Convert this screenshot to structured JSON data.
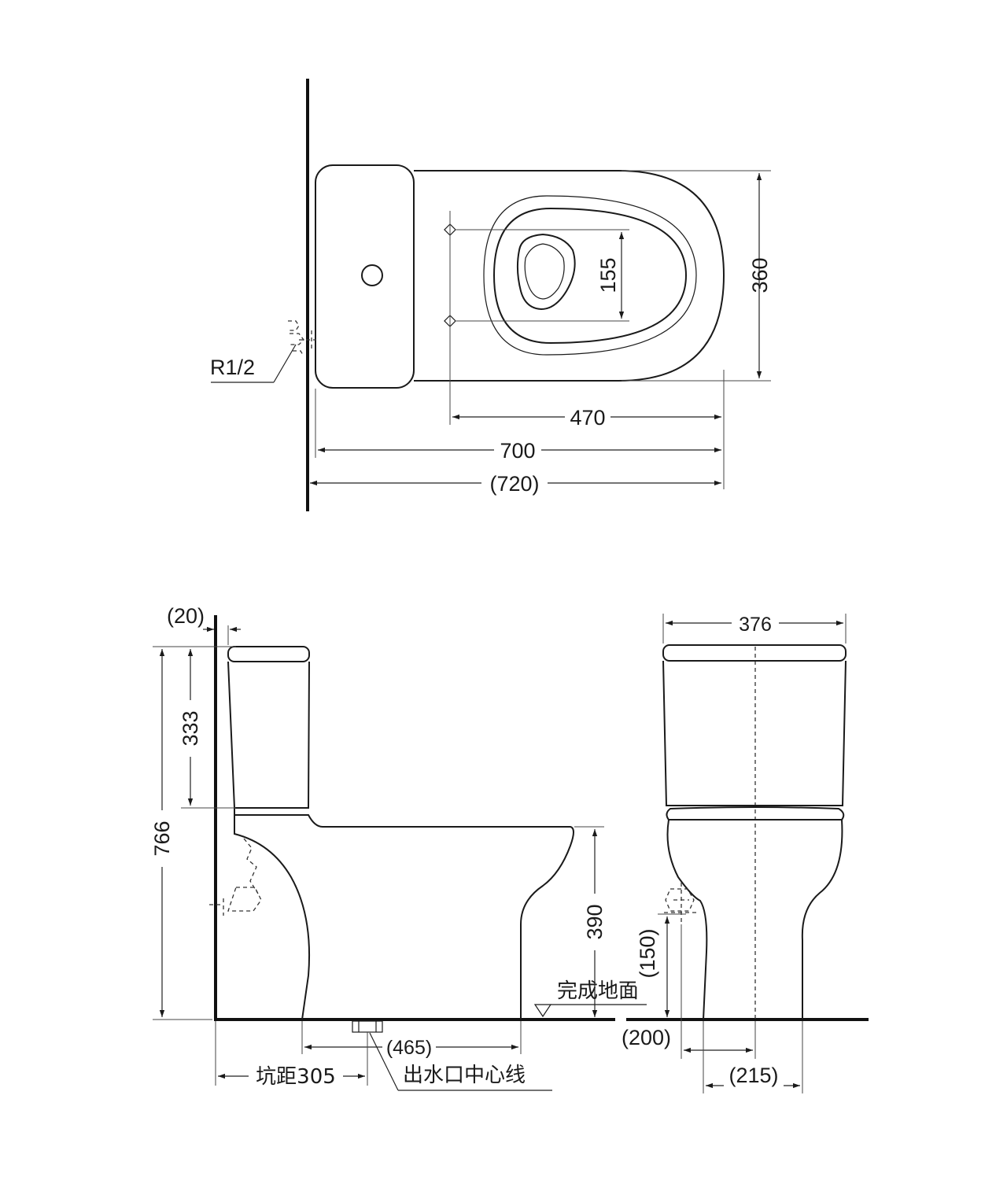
{
  "top_view": {
    "labels": {
      "r_half": "R1/2",
      "d155": "155",
      "d360": "360",
      "d470": "470",
      "d700": "700",
      "d720": "(720)"
    }
  },
  "side_view": {
    "labels": {
      "d20": "(20)",
      "d333": "333",
      "d766": "766",
      "d390": "390",
      "floor": "完成地面",
      "d465": "(465)",
      "pit": "坑距305",
      "outlet": "出水口中心线"
    }
  },
  "front_view": {
    "labels": {
      "d376": "376",
      "d150": "(150)",
      "d200": "(200)",
      "d215": "(215)"
    }
  }
}
